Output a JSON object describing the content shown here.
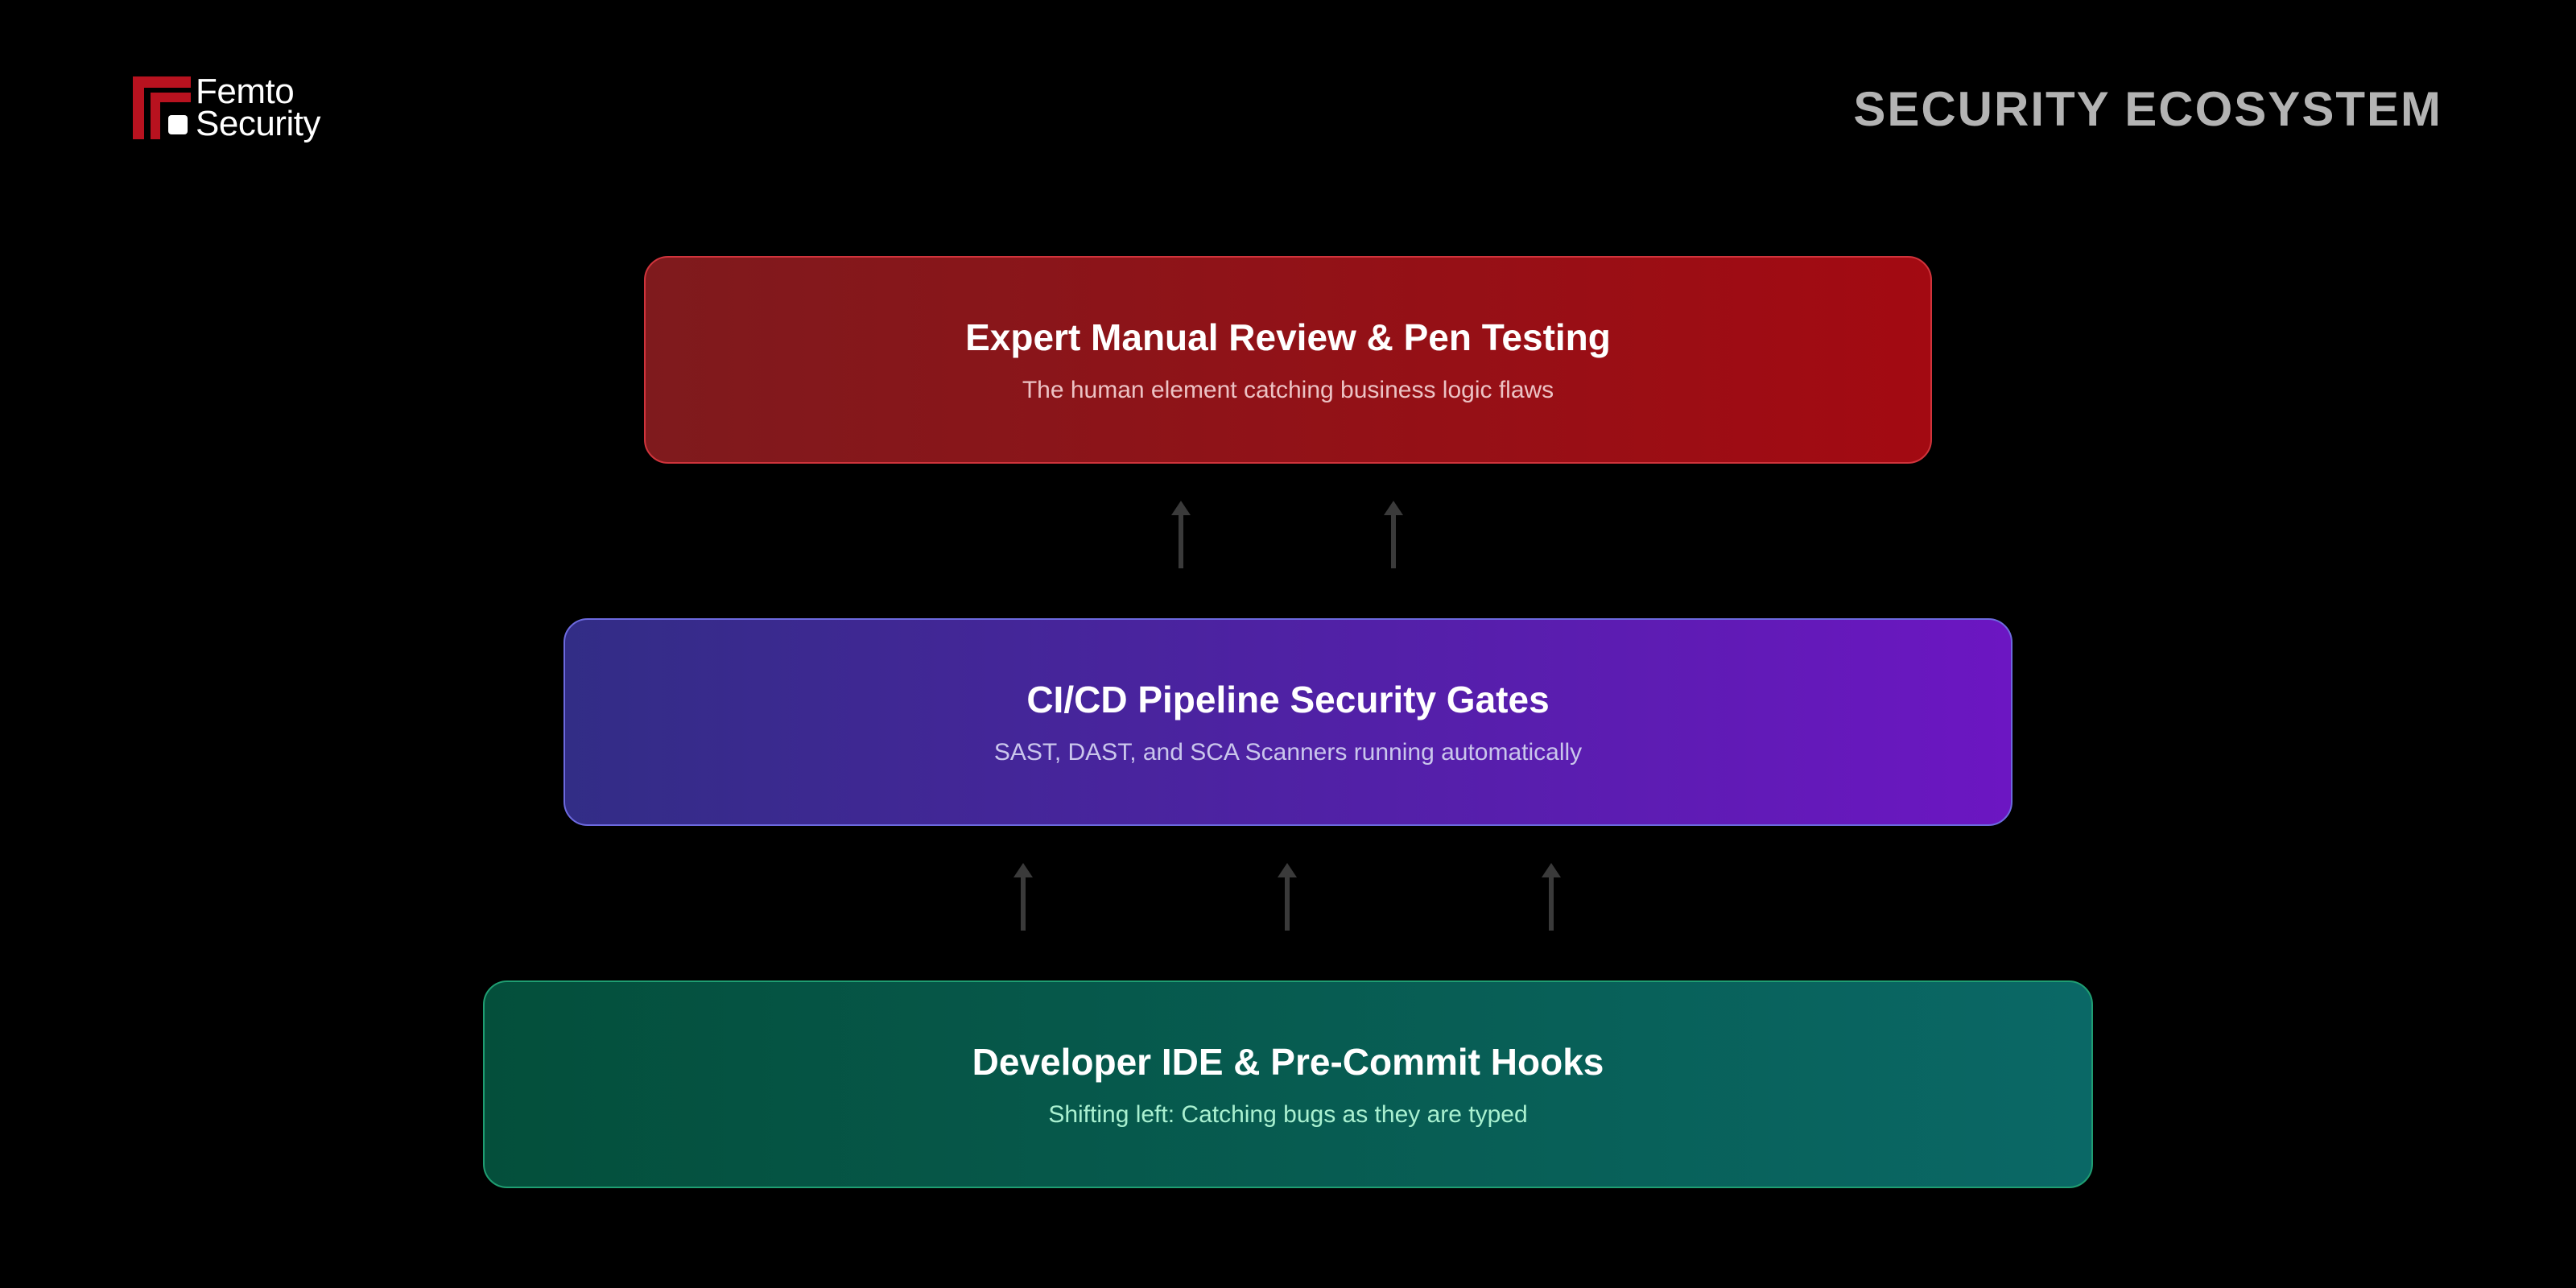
{
  "logo": {
    "line1": "Femto",
    "line2": "Security"
  },
  "header": {
    "title": "SECURITY ECOSYSTEM"
  },
  "layers": [
    {
      "title": "Expert Manual Review & Pen Testing",
      "subtitle": "The human element catching business logic flaws"
    },
    {
      "title": "CI/CD Pipeline Security Gates",
      "subtitle": "SAST, DAST, and SCA Scanners running automatically"
    },
    {
      "title": "Developer IDE & Pre-Commit Hooks",
      "subtitle": "Shifting left: Catching bugs as they are typed"
    }
  ],
  "colors": {
    "background": "#000000",
    "brand_red": "#c8102e",
    "arrow": "#3a3a3a"
  },
  "icons": {
    "logo": "femto-logo-icon",
    "connector": "arrow-up-icon"
  }
}
